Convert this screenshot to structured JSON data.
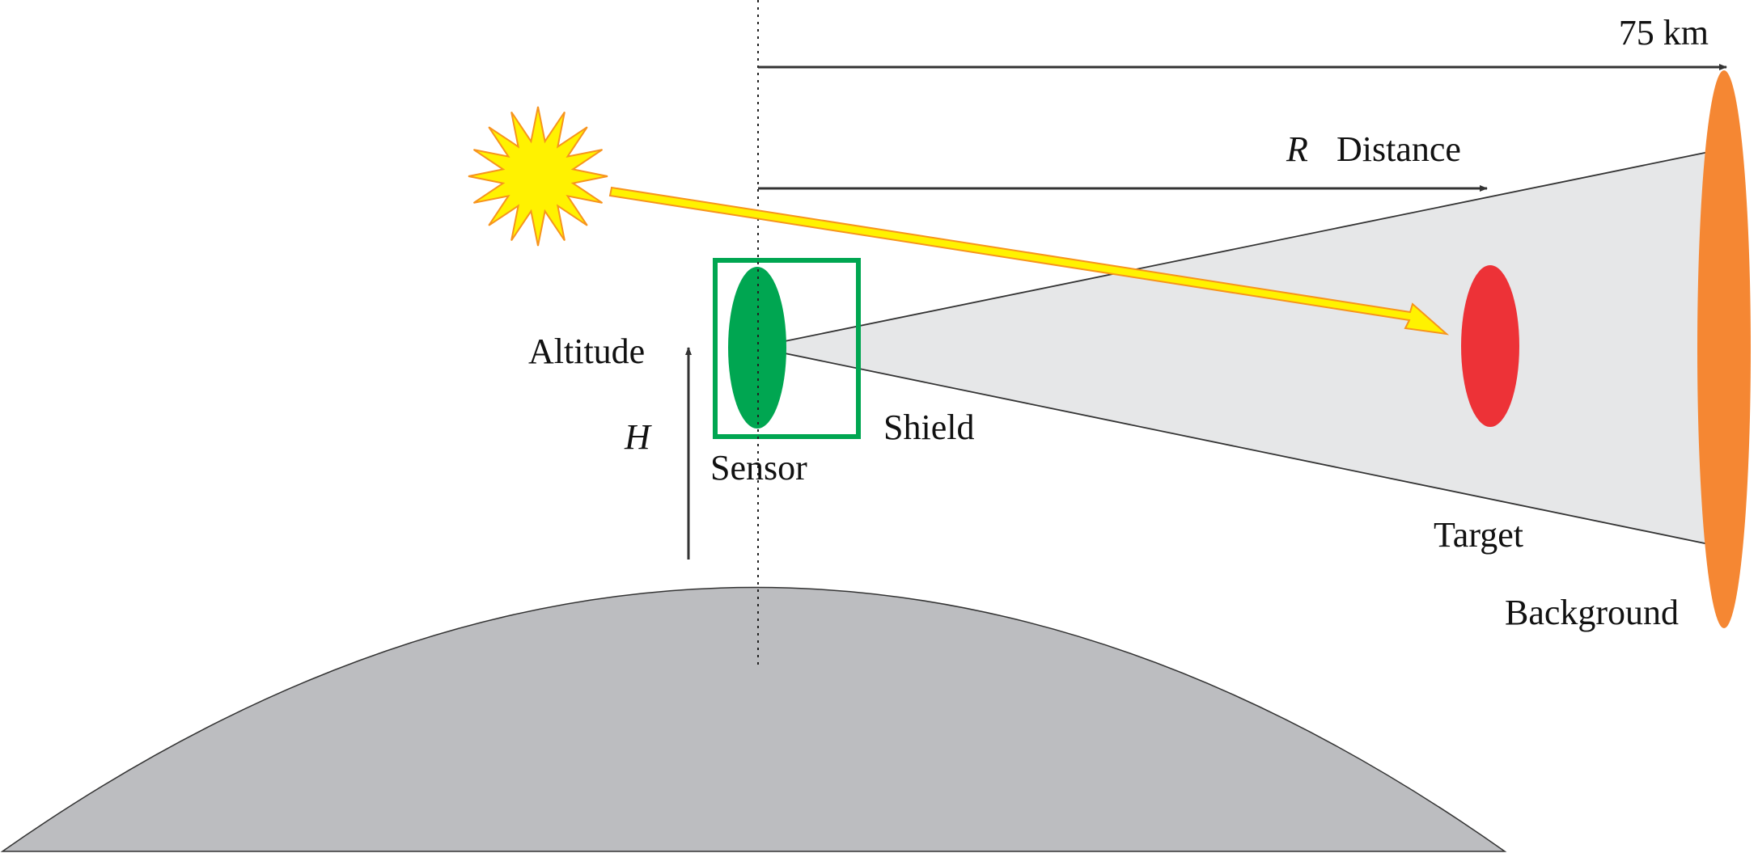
{
  "labels": {
    "range_max": "75 km",
    "distance_symbol": "R",
    "distance": "Distance",
    "altitude": "Altitude",
    "altitude_symbol": "H",
    "sensor": "Sensor",
    "shield": "Shield",
    "target": "Target",
    "background": "Background"
  },
  "colors": {
    "earth": "#bcbdc0",
    "cone": "#e6e7e8",
    "sensor": "#00a651",
    "shield": "#00a651",
    "target": "#ed3237",
    "background": "#f58733",
    "sun_fill": "#fff200",
    "sun_stroke": "#f7941d",
    "arrow": "#333333"
  },
  "icons": {
    "sun": "sun-icon"
  }
}
